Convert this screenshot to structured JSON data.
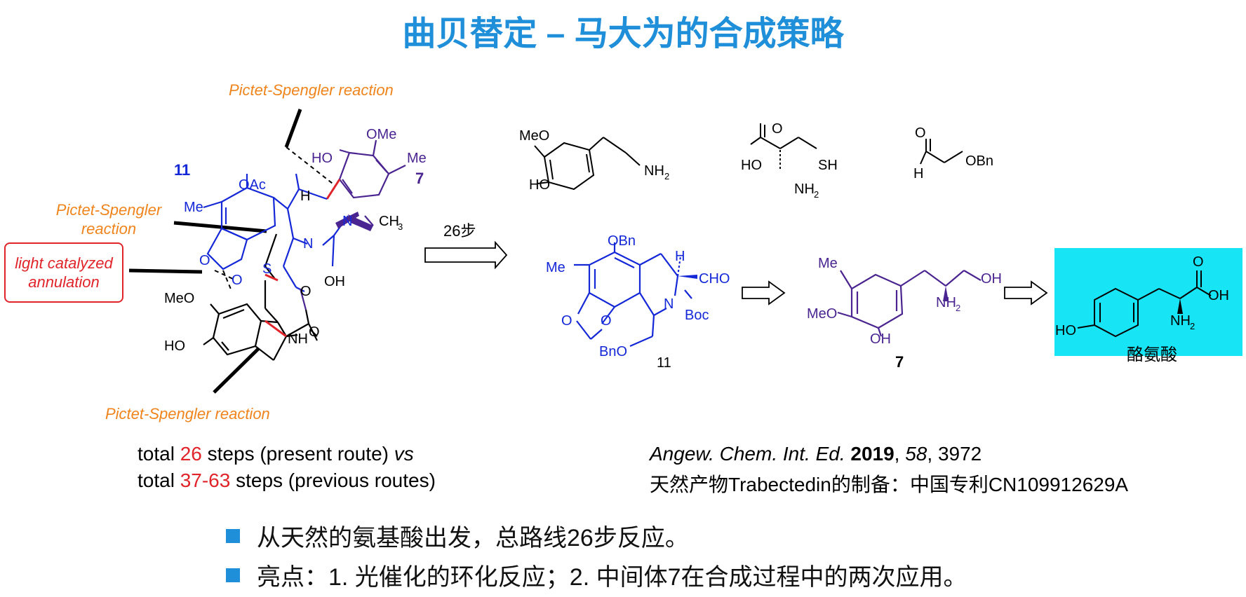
{
  "title": "曲贝替定 – 马大为的合成策略",
  "annotations": {
    "ps_top": "Pictet-Spengler reaction",
    "ps_left": "Pictet-Spengler reaction",
    "ps_bottom": "Pictet-Spengler reaction",
    "light": "light catalyzed annulation"
  },
  "arrow_label": "26步",
  "compound_labels": {
    "c11_target": "11",
    "c7_target": "7",
    "c11": "11",
    "c7": "7",
    "tyrosine": "酪氨酸"
  },
  "atoms": {
    "OAc": "OAc",
    "Me": "Me",
    "OMe": "OMe",
    "HO": "HO",
    "H": "H",
    "N": "N",
    "CH3": "CH",
    "OH": "OH",
    "S": "S",
    "O": "O",
    "MeO": "MeO",
    "NH": "NH",
    "NH2": "NH",
    "SH": "SH",
    "OBn": "OBn",
    "BnO": "BnO",
    "CHO": "CHO",
    "Boc": "Boc"
  },
  "stats": {
    "line1_prefix": "total ",
    "line1_num": "26",
    "line1_mid": " steps (present route)  ",
    "line1_vs": "vs",
    "line2_prefix": "total ",
    "line2_num": "37-63",
    "line2_suffix": " steps (previous routes)"
  },
  "reference": {
    "journal": "Angew. Chem. Int. Ed.",
    "year": "2019",
    "volume": "58",
    "page": "3972",
    "patent": "天然产物Trabectedin的制备：中国专利CN109912629A"
  },
  "bullets": [
    "从天然的氨基酸出发，总路线26步反应。",
    "亮点：1. 光催化的环化反应；2. 中间体7在合成过程中的两次应用。"
  ],
  "colors": {
    "title": "#1e8fd8",
    "blue": "#1428d8",
    "purple": "#4a2490",
    "orange": "#f0841c",
    "red": "#e0242a",
    "cyan": "#17e4f4"
  }
}
